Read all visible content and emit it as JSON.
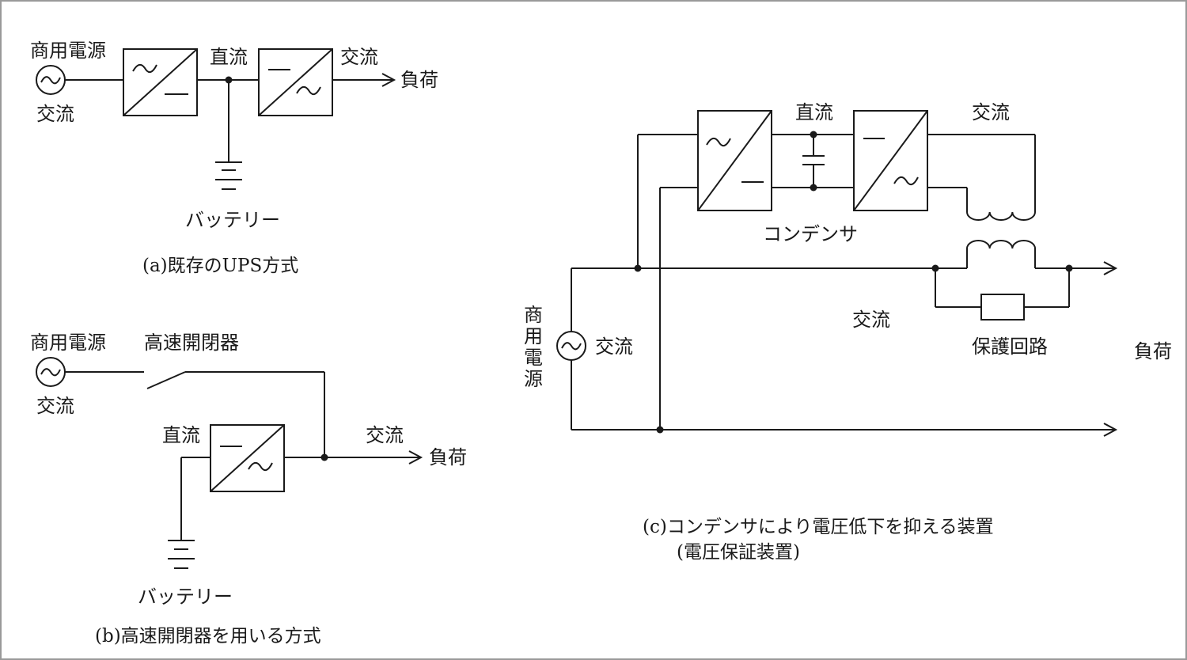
{
  "a": {
    "source": "商用電源",
    "ac_under_source": "交流",
    "dc": "直流",
    "ac": "交流",
    "load": "負荷",
    "battery": "バッテリー",
    "caption": "(a)既存のUPS方式"
  },
  "b": {
    "source": "商用電源",
    "ac_under_source": "交流",
    "switch": "高速開閉器",
    "dc": "直流",
    "ac": "交流",
    "load": "負荷",
    "battery": "バッテリー",
    "caption": "(b)高速開閉器を用いる方式"
  },
  "c": {
    "source_chars": [
      "商",
      "用",
      "電",
      "源"
    ],
    "ac_source": "交流",
    "dc": "直流",
    "ac_top": "交流",
    "capacitor": "コンデンサ",
    "ac_mid": "交流",
    "protection": "保護回路",
    "load": "負荷",
    "caption_line1": "(c)コンデンサにより電圧低下を抑える装置",
    "caption_line2": "(電圧保証装置)"
  }
}
